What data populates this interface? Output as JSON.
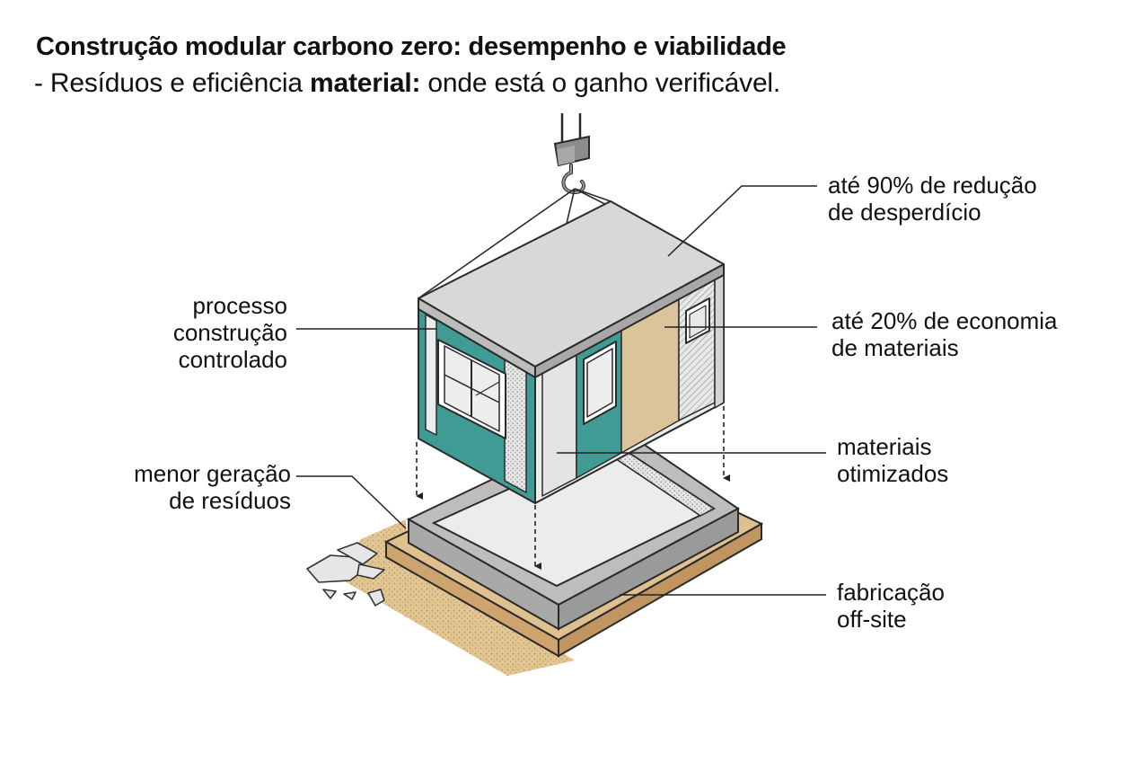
{
  "title": "Construção modular carbono zero: desempenho e viabilidade",
  "subtitle": {
    "prefix": "- Resíduos e eficiência ",
    "bold": "material:",
    "suffix": " onde está o ganho verificável."
  },
  "labels": {
    "waste_reduction": [
      "até 90% de redução",
      "de desperdício"
    ],
    "material_savings": [
      "até 20% de economia",
      "de materiais"
    ],
    "optimized_materials": [
      "materiais",
      "otimizados"
    ],
    "offsite": [
      "fabricação",
      "off-site"
    ],
    "controlled_process": [
      "processo",
      "construção",
      "controlado"
    ],
    "less_waste": [
      "menor geração",
      "de resíduos"
    ]
  },
  "colors": {
    "teal": "#3f9b94",
    "tan": "#dcc49a",
    "wood": "#d9b989",
    "roof": "#d4d4d4",
    "concrete": "#c8c8c8",
    "outline": "#2a2a2a"
  }
}
